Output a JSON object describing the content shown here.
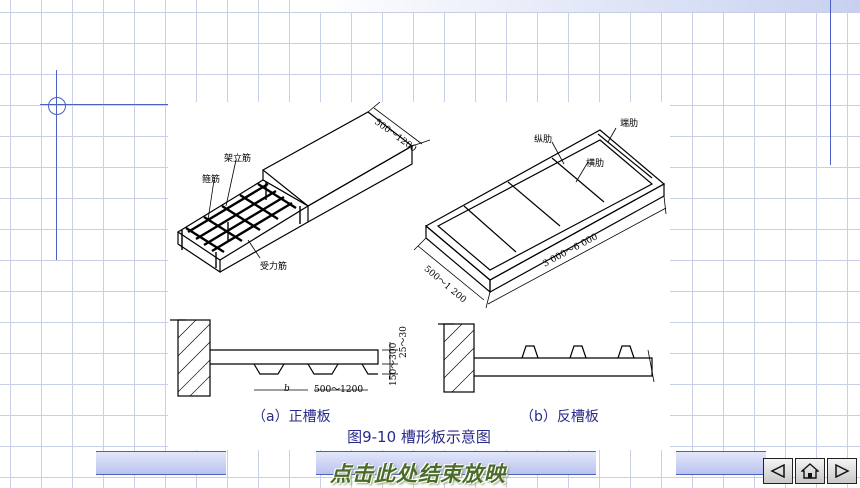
{
  "figure": {
    "caption": "图9-10 槽形板示意图",
    "sub_a": "（a）正槽板",
    "sub_b": "（b）反槽板",
    "labels": {
      "jialijin": "架立筋",
      "gujin": "箍筋",
      "shoulijin": "受力筋",
      "dim_width_a": "500～1200",
      "zonglei": "纵肋",
      "duanlei": "端肋",
      "henglei": "横肋",
      "dim_length_b": "3 000～6 000",
      "dim_width_b": "500～1 200",
      "dim_rib": "25～30",
      "dim_height": "150～300",
      "dim_b": "b",
      "dim_section_w": "500～1200"
    }
  },
  "footer": {
    "end_show": "点击此处结束放映"
  },
  "nav": {
    "prev_icon": "triangle-left-icon",
    "home_icon": "home-icon",
    "next_icon": "triangle-right-icon"
  },
  "colors": {
    "grid": "#c9cfe6",
    "accent": "#4b5fc4",
    "caption": "#2a2a8a",
    "end_show": "#4a6b2a"
  }
}
